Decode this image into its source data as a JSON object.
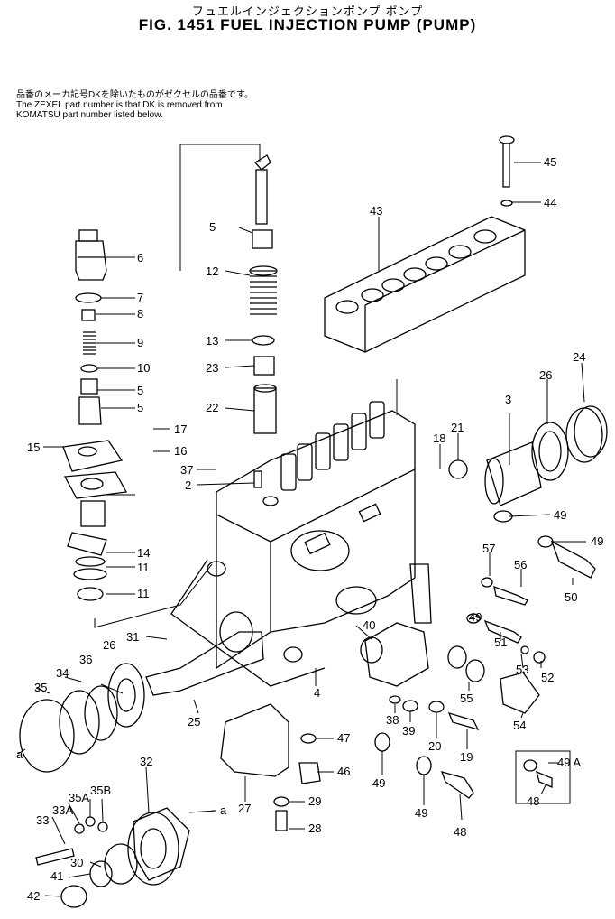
{
  "header": {
    "title_jp": "フュエルインジェクションポンプ ポンプ",
    "title_en": "FIG. 1451  FUEL INJECTION PUMP (PUMP)"
  },
  "note": {
    "line1": "品番のメーカ記号DKを除いたものがゼクセルの品番です。",
    "line2": "The ZEXEL part number is that DK is removed from",
    "line3": "KOMATSU part number listed below."
  },
  "callouts": [
    "45",
    "44",
    "43",
    "6",
    "7",
    "8",
    "9",
    "10",
    "5",
    "5",
    "5",
    "12",
    "13",
    "23",
    "22",
    "17",
    "16",
    "15",
    "37",
    "2",
    "21",
    "18",
    "3",
    "26",
    "24",
    "49",
    "49",
    "14",
    "11",
    "11",
    "57",
    "56",
    "50",
    "31",
    "40",
    "26",
    "36",
    "34",
    "35",
    "25",
    "4",
    "49",
    "51",
    "53",
    "52",
    "55",
    "54",
    "38",
    "39",
    "20",
    "19",
    "47",
    "46",
    "27",
    "49",
    "49",
    "48",
    "49 A",
    "48",
    "32",
    "33",
    "33A",
    "35A",
    "35B",
    "30",
    "41",
    "42",
    "29",
    "28",
    "a",
    "a"
  ]
}
